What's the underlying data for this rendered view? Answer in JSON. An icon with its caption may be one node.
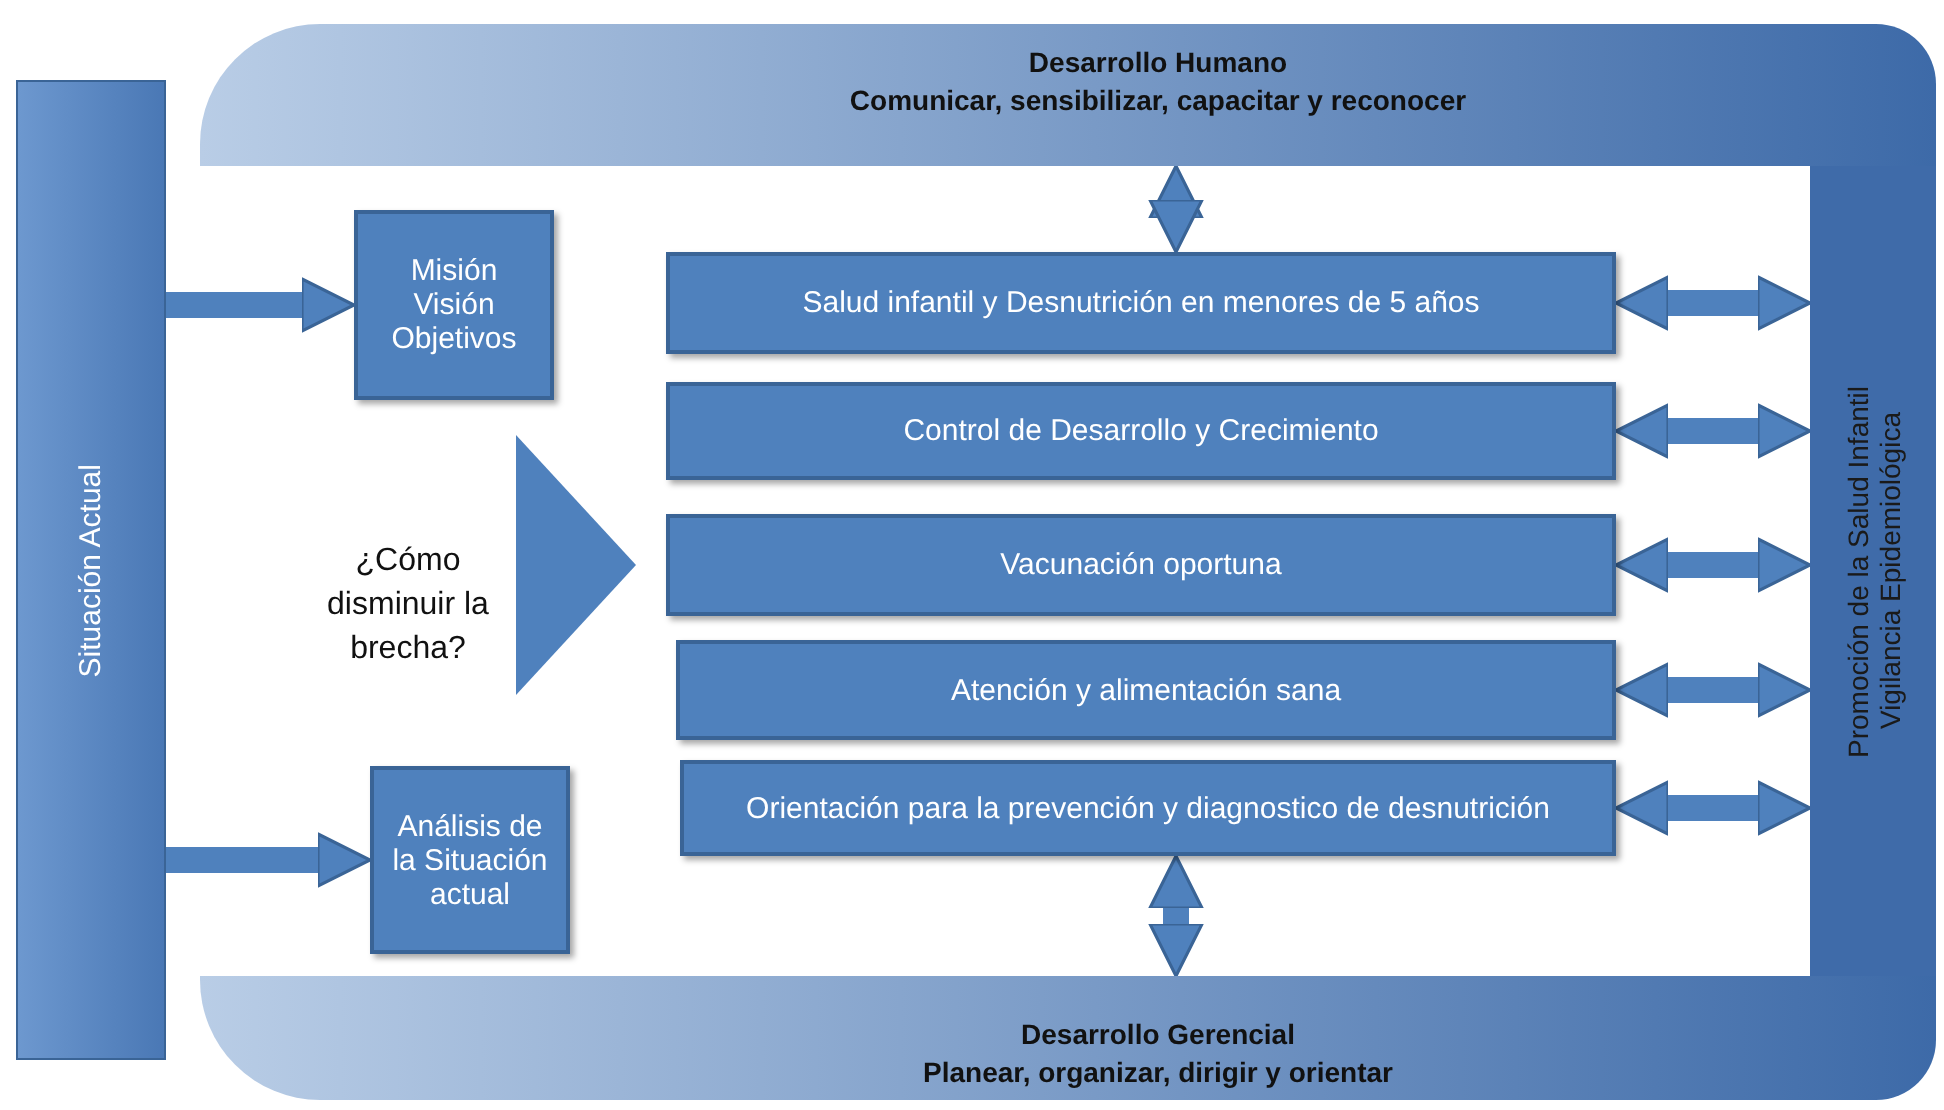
{
  "diagram": {
    "nodes": [
      {
        "text": [
          "Situación Actual"
        ]
      },
      {
        "text": [
          "Desarrollo Humano",
          "Comunicar, sensibilizar, capacitar y reconocer"
        ]
      },
      {
        "text": [
          "Misión Visión Objetivos"
        ]
      },
      {
        "text": [
          "Salud infantil y Desnutrición en menores de 5 años"
        ]
      },
      {
        "text": [
          "Control de Desarrollo y Crecimiento"
        ]
      },
      {
        "text": [
          "Vacunación oportuna"
        ]
      },
      {
        "text": [
          "Atención y alimentación sana"
        ]
      },
      {
        "text": [
          "Orientación para la prevención y diagnostico de desnutrición"
        ]
      },
      {
        "text": [
          "¿Cómo disminuir la brecha?"
        ]
      },
      {
        "text": [
          "Análisis de la Situación actual"
        ]
      },
      {
        "text": [
          "Promoción de la Salud Infantil",
          "Vigilancia Epidemiológica"
        ]
      },
      {
        "text": [
          "Desarrollo Gerencial",
          "Planear, organizar, dirigir y orientar"
        ]
      }
    ],
    "edges": [
      {
        "from": 0,
        "to": 2,
        "arrow": "to"
      },
      {
        "from": 0,
        "to": 9,
        "arrow": "to"
      },
      {
        "from": 8,
        "to": 5,
        "arrow": "to"
      },
      {
        "from": 1,
        "to": 3,
        "arrow": "both"
      },
      {
        "from": 3,
        "to": 10,
        "arrow": "both"
      },
      {
        "from": 4,
        "to": 10,
        "arrow": "both"
      },
      {
        "from": 5,
        "to": 10,
        "arrow": "both"
      },
      {
        "from": 6,
        "to": 10,
        "arrow": "both"
      },
      {
        "from": 7,
        "to": 10,
        "arrow": "both"
      },
      {
        "from": 7,
        "to": 11,
        "arrow": "both"
      }
    ]
  }
}
